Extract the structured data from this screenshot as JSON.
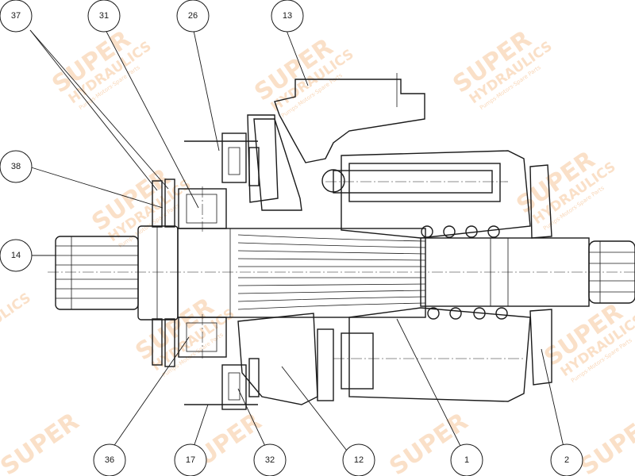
{
  "callouts": [
    {
      "id": "37",
      "label": "37"
    },
    {
      "id": "31",
      "label": "31"
    },
    {
      "id": "26",
      "label": "26"
    },
    {
      "id": "13",
      "label": "13"
    },
    {
      "id": "38",
      "label": "38"
    },
    {
      "id": "14",
      "label": "14"
    },
    {
      "id": "36",
      "label": "36"
    },
    {
      "id": "17",
      "label": "17"
    },
    {
      "id": "32",
      "label": "32"
    },
    {
      "id": "12",
      "label": "12"
    },
    {
      "id": "1",
      "label": "1"
    },
    {
      "id": "2",
      "label": "2"
    }
  ],
  "watermark": {
    "line1": "SUPER",
    "line2": "HYDRAULICS",
    "line3": "Pumps·Motors·Spare Parts",
    "color": "#f6c79c"
  }
}
